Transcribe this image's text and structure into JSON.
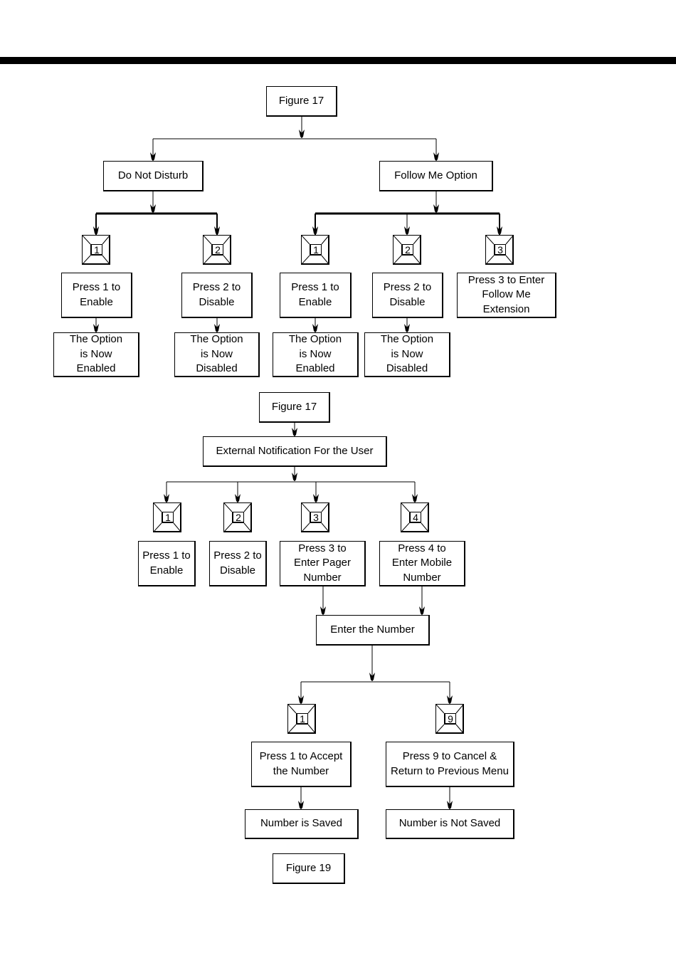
{
  "figure_a": {
    "caption": "Figure 17",
    "branches": [
      {
        "title": "Do Not Disturb",
        "options": [
          {
            "key": "1",
            "action": "Press 1 to\nEnable",
            "result": "The Option\nis Now\nEnabled"
          },
          {
            "key": "2",
            "action": "Press 2 to\nDisable",
            "result": "The Option\nis Now\nDisabled"
          }
        ]
      },
      {
        "title": "Follow Me Option",
        "options": [
          {
            "key": "1",
            "action": "Press 1 to\nEnable",
            "result": "The Option\nis Now\nEnabled"
          },
          {
            "key": "2",
            "action": "Press 2 to\nDisable",
            "result": "The Option\nis Now\nDisabled"
          },
          {
            "key": "3",
            "action": "Press 3 to Enter\nFollow Me\nExtension"
          }
        ]
      }
    ]
  },
  "figure_b": {
    "caption_top": "Figure 17",
    "title": "External Notification For the User",
    "options": [
      {
        "key": "1",
        "action": "Press 1 to\nEnable"
      },
      {
        "key": "2",
        "action": "Press 2 to\nDisable"
      },
      {
        "key": "3",
        "action": "Press 3 to\nEnter Pager\nNumber"
      },
      {
        "key": "4",
        "action": "Press 4 to\nEnter Mobile\nNumber"
      }
    ],
    "enter_number": "Enter the Number",
    "confirm": [
      {
        "key": "1",
        "action": "Press 1 to Accept\nthe Number",
        "result": "Number is Saved"
      },
      {
        "key": "9",
        "action": "Press 9 to Cancel &\nReturn to Previous Menu",
        "result": "Number is Not Saved"
      }
    ],
    "caption_bottom": "Figure 19"
  }
}
